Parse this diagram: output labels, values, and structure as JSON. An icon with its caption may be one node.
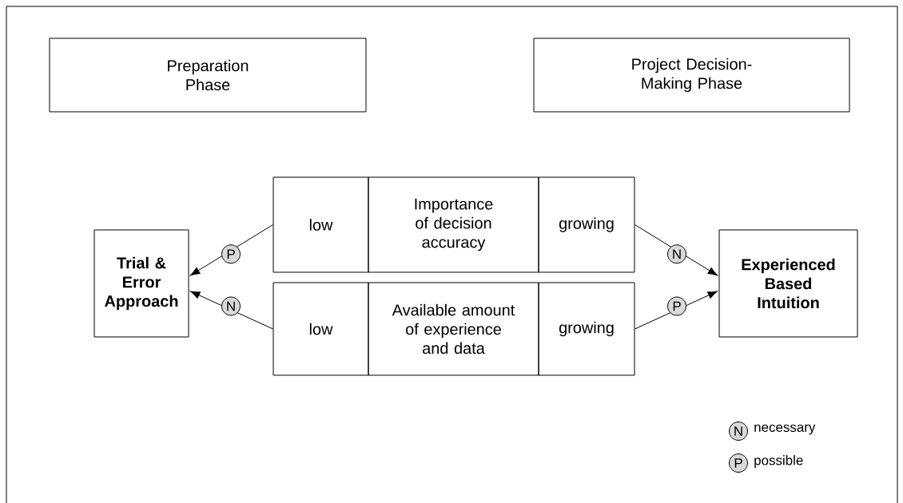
{
  "diagram": {
    "nodes": [
      {
        "text": [
          "Preparation Phase"
        ]
      },
      {
        "text": [
          "Project Decision-Making Phase"
        ]
      },
      {
        "text": [
          "Trial & Error Approach"
        ]
      },
      {
        "text": [
          "Experienced Based Intuition"
        ]
      },
      {
        "text": [
          "low"
        ]
      },
      {
        "text": [
          "Importance of decision accuracy"
        ]
      },
      {
        "text": [
          "growing"
        ]
      },
      {
        "text": [
          "low"
        ]
      },
      {
        "text": [
          "Available amount of experience and data"
        ]
      },
      {
        "text": [
          "growing"
        ]
      }
    ],
    "edges": [
      {
        "from": 4,
        "to": 2,
        "arrow": "to",
        "label": "P"
      },
      {
        "from": 7,
        "to": 2,
        "arrow": "to",
        "label": "N"
      },
      {
        "from": 6,
        "to": 3,
        "arrow": "to",
        "label": "N"
      },
      {
        "from": 9,
        "to": 3,
        "arrow": "to",
        "label": "P"
      }
    ],
    "labels": [
      "N",
      "P"
    ],
    "legend": [
      {
        "text": "necessary"
      },
      {
        "text": "possible"
      }
    ]
  }
}
